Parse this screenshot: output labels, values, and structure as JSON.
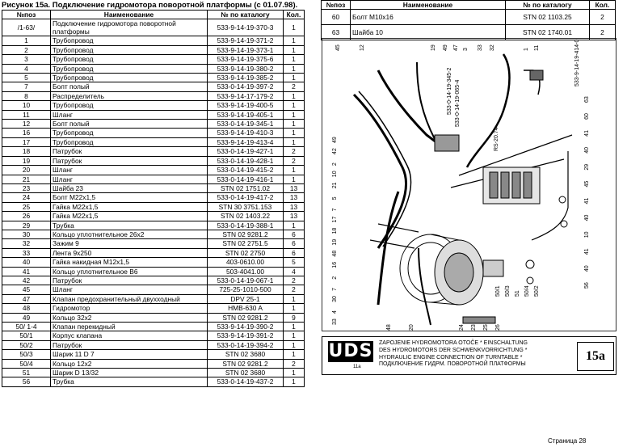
{
  "caption": "Рисунок 15а.  Подключение гидромотора поворотной платформы (с 01.07.98).",
  "columns": {
    "pos": "№поз",
    "name": "Наименование",
    "catalog": "№ по каталогу",
    "qty": "Кол."
  },
  "right_columns": {
    "pos": "№поз",
    "name": "Наименование",
    "catalog": "№ по каталогу",
    "qty": "Кол."
  },
  "left_rows": [
    {
      "pos": "/1-63/",
      "name": "Подключение гидромотора поворотной",
      "name2": "платформы",
      "catalog": "533-9-14-19-370-3",
      "qty": "1"
    },
    {
      "pos": "1",
      "name": "Трубопровод",
      "catalog": "533-9-14-19-371-2",
      "qty": "1"
    },
    {
      "pos": "2",
      "name": "Трубопровод",
      "catalog": "533-9-14-19-373-1",
      "qty": "1"
    },
    {
      "pos": "3",
      "name": "Трубопровод",
      "catalog": "533-9-14-19-375-6",
      "qty": "1"
    },
    {
      "pos": "4",
      "name": "Трубопровод",
      "catalog": "533-9-14-19-380-2",
      "qty": "1"
    },
    {
      "pos": "5",
      "name": "Трубопровод",
      "catalog": "533-9-14-19-385-2",
      "qty": "1"
    },
    {
      "pos": "7",
      "name": "Болт полый",
      "catalog": "533-0-14-19-397-2",
      "qty": "2"
    },
    {
      "pos": "8",
      "name": "Распределитель",
      "catalog": "533-9-14-17-179-2",
      "qty": "1"
    },
    {
      "pos": "10",
      "name": "Трубопровод",
      "catalog": "533-9-14-19-400-5",
      "qty": "1"
    },
    {
      "pos": "11",
      "name": "Шланг",
      "catalog": "533-9-14-19-405-1",
      "qty": "1"
    },
    {
      "pos": "12",
      "name": "Болт полый",
      "catalog": "533-0-14-19-345-1",
      "qty": "1"
    },
    {
      "pos": "16",
      "name": "Трубопровод",
      "catalog": "533-9-14-19-410-3",
      "qty": "1"
    },
    {
      "pos": "17",
      "name": "Трубопровод",
      "catalog": "533-9-14-19-413-4",
      "qty": "1"
    },
    {
      "pos": "18",
      "name": "Патрубок",
      "catalog": "533-0-14-19-427-1",
      "qty": "2"
    },
    {
      "pos": "19",
      "name": "Патрубок",
      "catalog": "533-0-14-19-428-1",
      "qty": "2"
    },
    {
      "pos": "20",
      "name": "Шланг",
      "catalog": "533-0-14-19-415-2",
      "qty": "1"
    },
    {
      "pos": "21",
      "name": "Шланг",
      "catalog": "533-0-14-19-416-1",
      "qty": "1"
    },
    {
      "pos": "23",
      "name": "Шайба 23",
      "catalog": "STN 02 1751.02",
      "qty": "13"
    },
    {
      "pos": "24",
      "name": "Болт M22x1,5",
      "catalog": "533-0-14-19-417-2",
      "qty": "13"
    },
    {
      "pos": "25",
      "name": "Гайка M22x1,5",
      "catalog": "STN 30 3751.153",
      "qty": "13"
    },
    {
      "pos": "26",
      "name": "Гайка M22x1,5",
      "catalog": "STN 02 1403.22",
      "qty": "13"
    },
    {
      "pos": "29",
      "name": "Трубка",
      "catalog": "533-0-14-19-388-1",
      "qty": "1"
    },
    {
      "pos": "30",
      "name": "Кольцо уплотнительное 26x2",
      "catalog": "STN 02 9281.2",
      "qty": "6"
    },
    {
      "pos": "32",
      "name": "Зажим 9",
      "catalog": "STN 02 2751.5",
      "qty": "6"
    },
    {
      "pos": "33",
      "name": "Лента 9x250",
      "catalog": "STN 02 2750",
      "qty": "6"
    },
    {
      "pos": "40",
      "name": "Гайка накидная M12x1,5",
      "catalog": "403-0610.00",
      "qty": "5"
    },
    {
      "pos": "41",
      "name": "Кольцо уплотнительное B6",
      "catalog": "503-4041.00",
      "qty": "4"
    },
    {
      "pos": "42",
      "name": "Патрубок",
      "catalog": "533-0-14-19-067-1",
      "qty": "2"
    },
    {
      "pos": "45",
      "name": "Шланг",
      "catalog": "725-25-1010-500",
      "qty": "2"
    },
    {
      "pos": "47",
      "name": "Клапан предохранительный двухходный",
      "catalog": "DPV 25-1",
      "qty": "1"
    },
    {
      "pos": "48",
      "name": "Гидромотор",
      "catalog": "HMB-630 A",
      "qty": "1"
    },
    {
      "pos": "49",
      "name": "Кольцо 32x2",
      "catalog": "STN 02 9281.2",
      "qty": "9"
    },
    {
      "pos": "50/ 1-4",
      "name": "Клапан перекидный",
      "catalog": "533-9-14-19-390-2",
      "qty": "1"
    },
    {
      "pos": "50/1",
      "name": "Корпус клапана",
      "catalog": "533-9-14-19-391-2",
      "qty": "1"
    },
    {
      "pos": "50/2",
      "name": "Патрубок",
      "catalog": "533-0-14-19-394-2",
      "qty": "1"
    },
    {
      "pos": "50/3",
      "name": "Шарик 11 D 7",
      "catalog": "STN 02 3680",
      "qty": "1"
    },
    {
      "pos": "50/4",
      "name": "Кольцо 12x2",
      "catalog": "STN 02 9281.2",
      "qty": "2"
    },
    {
      "pos": "51",
      "name": "Шарик D 13/32",
      "catalog": "STN 02 3680",
      "qty": "1"
    },
    {
      "pos": "56",
      "name": "Трубка",
      "catalog": "533-0-14-19-437-2",
      "qty": "1"
    }
  ],
  "right_rows": [
    {
      "pos": "60",
      "name": "Болт M10x16",
      "catalog": "STN 02 1103.25",
      "qty": "2"
    },
    {
      "pos": "63",
      "name": "Шайба 10",
      "catalog": "STN 02 1740.01",
      "qty": "2"
    }
  ],
  "diagram": {
    "top_labels": [
      "45",
      "12",
      "19",
      "49",
      "47",
      "3",
      "33",
      "32",
      "1",
      "11"
    ],
    "left_labels": [
      "49",
      "42",
      "2",
      "10",
      "21",
      "5",
      "7",
      "17",
      "18",
      "19",
      "48",
      "16",
      "2",
      "7",
      "30",
      "4",
      "33"
    ],
    "right_labels": [
      "63",
      "60",
      "41",
      "40",
      "29",
      "45",
      "41",
      "40",
      "10",
      "41",
      "40",
      "56"
    ],
    "bottom_labels": [
      "48",
      "20",
      "24",
      "23",
      "25",
      "26"
    ],
    "valve_labels": [
      "50/1",
      "50/3",
      "51",
      "50/4",
      "50/2"
    ],
    "part_codes": [
      "533-0-14-19-345-2",
      "533-0-14-19-065-4",
      "RS-20.74",
      "533-9-14-19-414-0"
    ]
  },
  "titleblock": {
    "logo": "UDS",
    "logo_sub": "11a",
    "line1": "ZAPOJENIE HYDROMOTORA OTOČE * EINSCHALTUNG",
    "line2": "DES HYDROMOTORS DER SCHWENKVORRICHTUNG *",
    "line3": "HYDRAULIC ENGINE CONNECTION OF TURNTABLE *",
    "line4": "ПОДКЛЮЧЕНИЕ ГИДРМ. ПОВОРОТНОЙ ПЛАТФОРМЫ",
    "sheet": "15a"
  },
  "page": "Страница 28"
}
